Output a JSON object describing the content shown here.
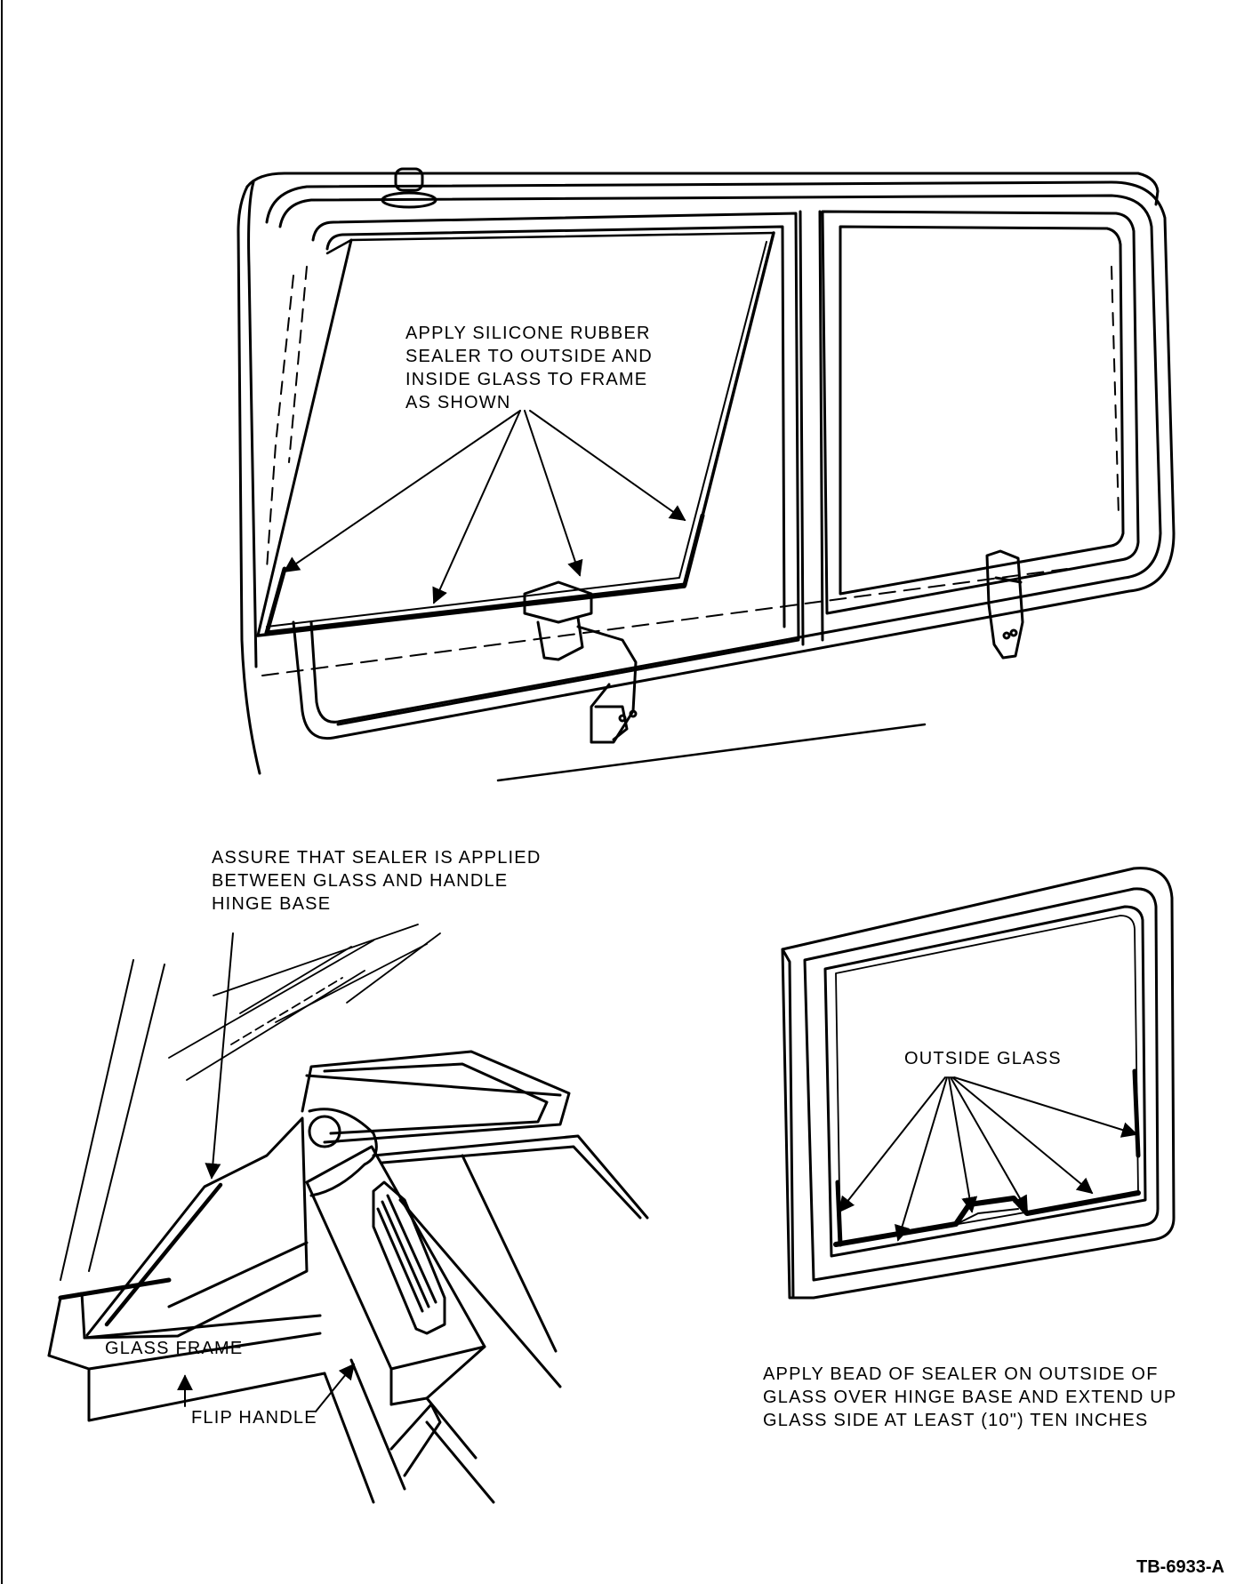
{
  "figure_id": "TB-6933-A",
  "callouts": {
    "silicone_sealer": [
      "APPLY SILICONE RUBBER",
      "SEALER TO OUTSIDE AND",
      "INSIDE GLASS TO FRAME",
      "AS SHOWN"
    ],
    "assure_sealer": [
      "ASSURE THAT SEALER IS APPLIED",
      "BETWEEN GLASS AND HANDLE",
      "HINGE BASE"
    ],
    "glass_frame": "GLASS FRAME",
    "flip_handle": "FLIP HANDLE",
    "outside_glass": "OUTSIDE GLASS",
    "bead_of_sealer": [
      "APPLY BEAD OF SEALER ON OUTSIDE OF",
      "GLASS OVER HINGE BASE AND EXTEND UP",
      "GLASS SIDE AT LEAST (10\") TEN INCHES"
    ]
  },
  "colors": {
    "ink": "#000000",
    "paper": "#ffffff"
  }
}
